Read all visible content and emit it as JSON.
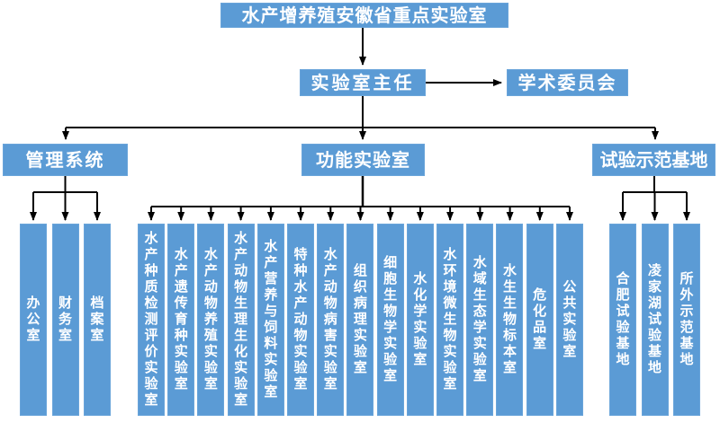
{
  "chart": {
    "root": "水产增养殖安徽省重点实验室",
    "director": "实验室主任",
    "committee": "学术委员会",
    "management": {
      "label": "管理系统",
      "children": [
        "办公室",
        "财务室",
        "档案室"
      ]
    },
    "functional": {
      "label": "功能实验室",
      "children": [
        "水产种质检测评价实验室",
        "水产遗传育种实验室",
        "水产动物养殖实验室",
        "水产动物生理生化实验室",
        "水产营养与饲料实验室",
        "特种水产动物实验室",
        "水产动物病害实验室",
        "组织病理实验室",
        "细胞生物学实验室",
        "水化学实验室",
        "水环境微生物实验室",
        "水域生态学实验室",
        "水生生物标本室",
        "危化品室",
        "公共实验室"
      ]
    },
    "bases": {
      "label": "试验示范基地",
      "children": [
        "合肥试验基地",
        "凌家湖试验基地",
        "所外示范基地"
      ]
    },
    "colors": {
      "box_fill": "#5B9BD5",
      "box_text": "#FFFFFF",
      "connector": "#000000",
      "background": "#FFFFFF"
    }
  }
}
